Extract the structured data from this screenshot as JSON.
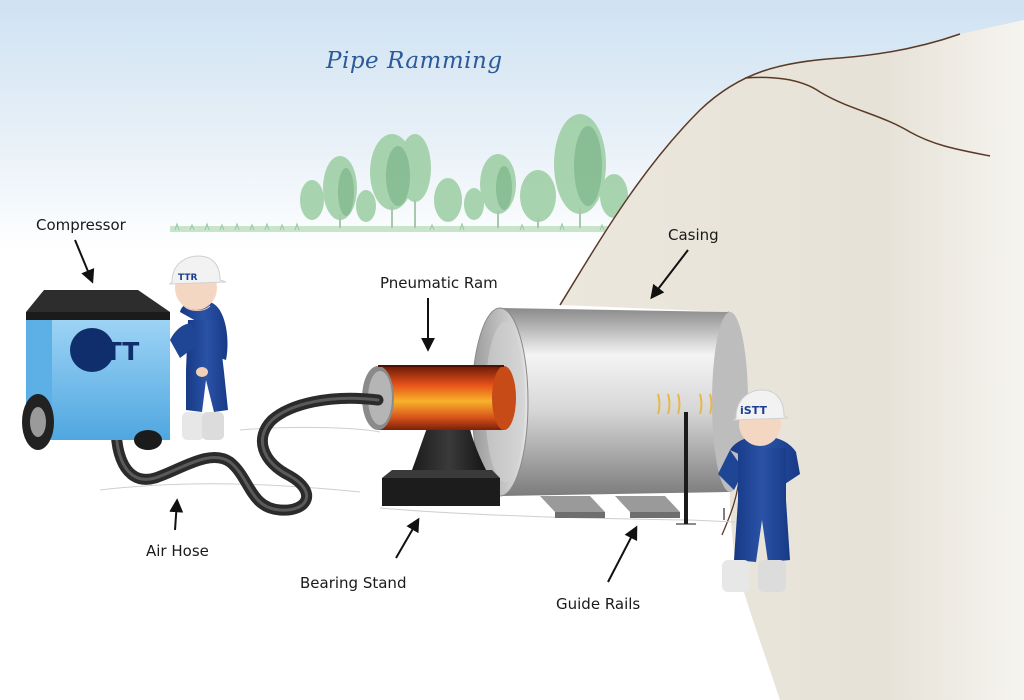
{
  "diagram": {
    "title": "Pipe Ramming",
    "labels": {
      "compressor": "Compressor",
      "pneumatic_ram": "Pneumatic Ram",
      "casing": "Casing",
      "air_hose": "Air Hose",
      "bearing_stand": "Bearing Stand",
      "guide_rails": "Guide Rails"
    },
    "brand": {
      "compressor_logo": "iSTT",
      "helmet_logo": "iSTT",
      "helmet_logo_left": "TTR"
    }
  },
  "colors": {
    "sky": "#d4e6f4",
    "hill": "#e8e4da",
    "hill_outline": "#5a3a26",
    "trees": "#8fc79a",
    "compressor": "#69b8ea",
    "worker_suit": "#1c3f8f",
    "ram_hot": "#e45a1a",
    "casing": "#c9c9c9",
    "hose": "#2d2d2d"
  },
  "icons": [
    "compressor-icon",
    "worker-icon",
    "pneumatic-ram-icon",
    "casing-pipe-icon",
    "tree-icon",
    "arrow-icon"
  ]
}
